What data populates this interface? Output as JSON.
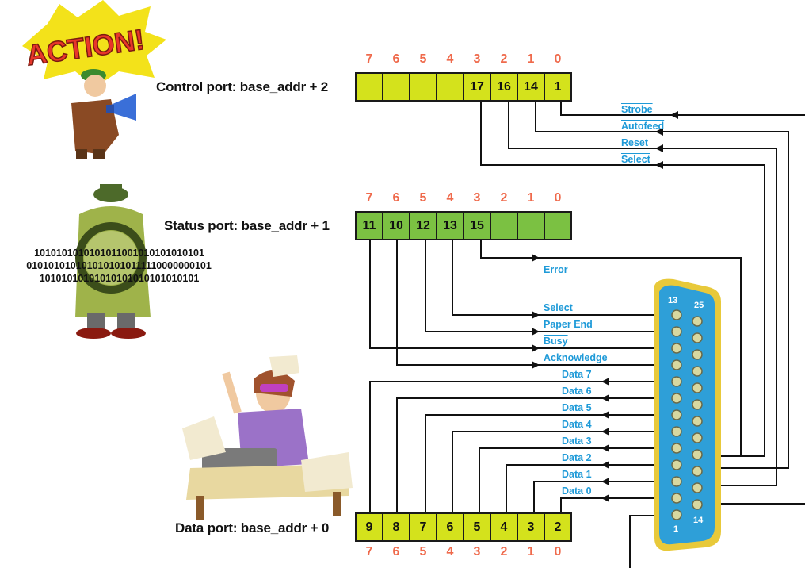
{
  "action_label": "ACTION!",
  "control": {
    "label": "Control port: base_addr + 2",
    "bits": [
      "7",
      "6",
      "5",
      "4",
      "3",
      "2",
      "1",
      "0"
    ],
    "cells": [
      "",
      "",
      "",
      "",
      "17",
      "16",
      "14",
      "1"
    ],
    "signals": [
      "Strobe",
      "Autofeed",
      "Reset",
      "Select"
    ]
  },
  "status": {
    "label": "Status port: base_addr + 1",
    "bits": [
      "7",
      "6",
      "5",
      "4",
      "3",
      "2",
      "1",
      "0"
    ],
    "cells": [
      "11",
      "10",
      "12",
      "13",
      "15",
      "",
      "",
      ""
    ],
    "signals": [
      "Error",
      "Select",
      "Paper End",
      "Busy",
      "Acknowledge"
    ]
  },
  "data": {
    "label": "Data port: base_addr + 0",
    "bits": [
      "7",
      "6",
      "5",
      "4",
      "3",
      "2",
      "1",
      "0"
    ],
    "cells": [
      "9",
      "8",
      "7",
      "6",
      "5",
      "4",
      "3",
      "2"
    ],
    "signals": [
      "Data 7",
      "Data 6",
      "Data 5",
      "Data 4",
      "Data 3",
      "Data 2",
      "Data 1",
      "Data 0"
    ]
  },
  "binary_lines": [
    "1010101010101011001010101010101",
    "0101010101010101010111110000000101",
    "10101010101010101010101010101"
  ],
  "connector": {
    "pin_13": "13",
    "pin_25": "25",
    "pin_1": "1",
    "pin_14": "14"
  },
  "colors": {
    "control_cells": "#d4e21c",
    "status_cells": "#7bc142",
    "bit_numbers": "#ef6a4c",
    "signal_text": "#1e9ad8",
    "connector": "#2e9fd8",
    "connector_rim": "#e8c93a"
  },
  "icons": [
    "action-burst-icon",
    "man-with-megaphone-icon",
    "detective-with-magnifier-icon",
    "woman-at-typewriter-icon"
  ]
}
